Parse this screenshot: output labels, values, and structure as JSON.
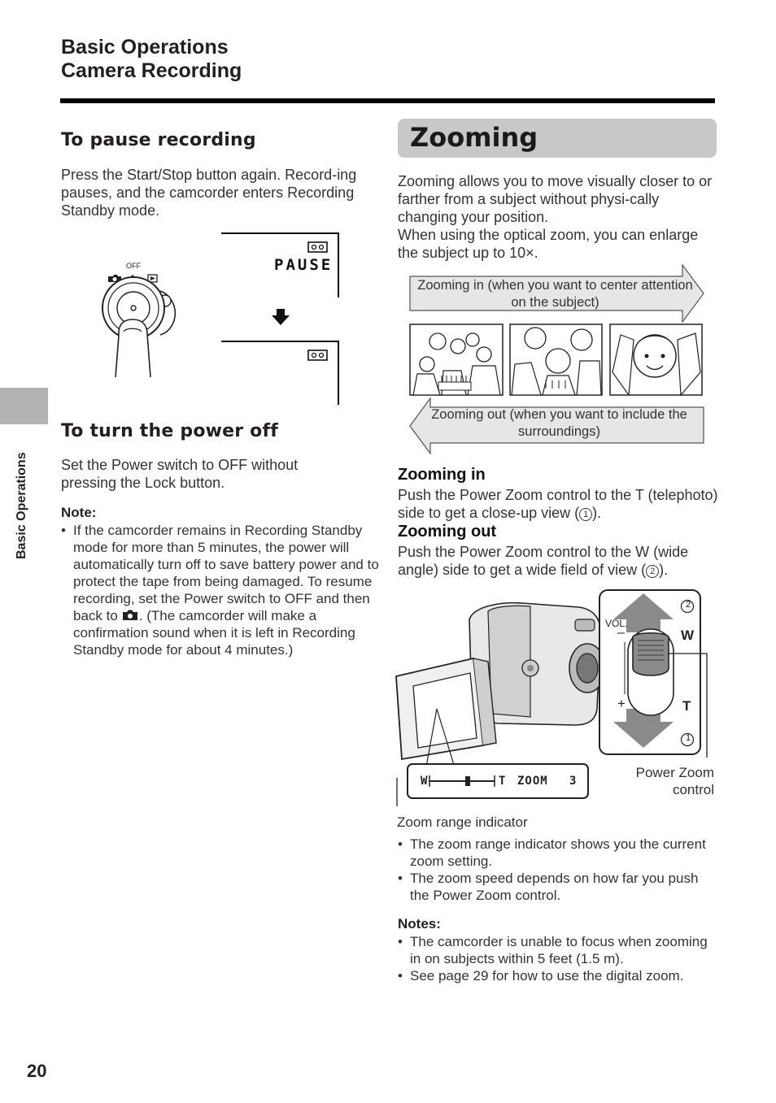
{
  "header": {
    "line1": "Basic Operations",
    "line2": "Camera Recording"
  },
  "pause": {
    "heading": "To pause recording",
    "text": "Press the Start/Stop button again. Record-ing pauses, and the camcorder enters Recording Standby mode.",
    "display_label": "PAUSE",
    "dial_off_label": "OFF"
  },
  "power_off": {
    "heading": "To turn the power off",
    "text": "Set the Power switch to OFF without pressing the Lock button.",
    "note_heading": "Note:",
    "note_text": "If the camcorder remains in Recording Standby mode for more than 5 minutes, the power will automatically turn off to save battery power and to protect the tape from being damaged. To resume recording, set the Power switch to OFF and then back to",
    "note_text_2": ". (The camcorder will make a confirmation sound when it is left in Recording Standby mode for about 4 minutes.)"
  },
  "zooming": {
    "title": "Zooming",
    "intro": "Zooming allows you to move visually closer to or farther from a subject without physi-cally changing your position.",
    "intro2": "When using the optical zoom, you can enlarge the subject up to 10×.",
    "arrow_in": "Zooming in (when you want to center attention on the subject)",
    "arrow_out": "Zooming out (when you want to include the surroundings)",
    "in_heading": "Zooming in",
    "in_text_1": "Push the Power Zoom control to the T (telephoto) side to get a close-up view (",
    "in_circ": "1",
    "in_text_2": ").",
    "out_heading": "Zooming out",
    "out_text_1": "Push the Power Zoom control to the W (wide angle) side to get a wide field of view (",
    "out_circ": "2",
    "out_text_2": ").",
    "indicator": {
      "w": "W",
      "t": "T",
      "zoom": "ZOOM",
      "level": "3"
    },
    "vol_label": "VOL.",
    "minus": "–",
    "plus": "+",
    "w_label": "W",
    "t_label": "T",
    "circ_2": "2",
    "circ_1": "1",
    "power_zoom_label_1": "Power Zoom",
    "power_zoom_label_2": "control",
    "range_label": "Zoom range indicator",
    "bullets": [
      "The zoom range indicator shows you the current zoom setting.",
      "The zoom speed depends on how far you push the Power Zoom control."
    ],
    "notes_heading": "Notes:",
    "notes": [
      "The camcorder is unable to focus when zooming in on subjects within 5 feet (1.5 m).",
      "See page 29 for how to use the digital zoom."
    ]
  },
  "side_tab": "Basic Operations",
  "page_number": "20"
}
